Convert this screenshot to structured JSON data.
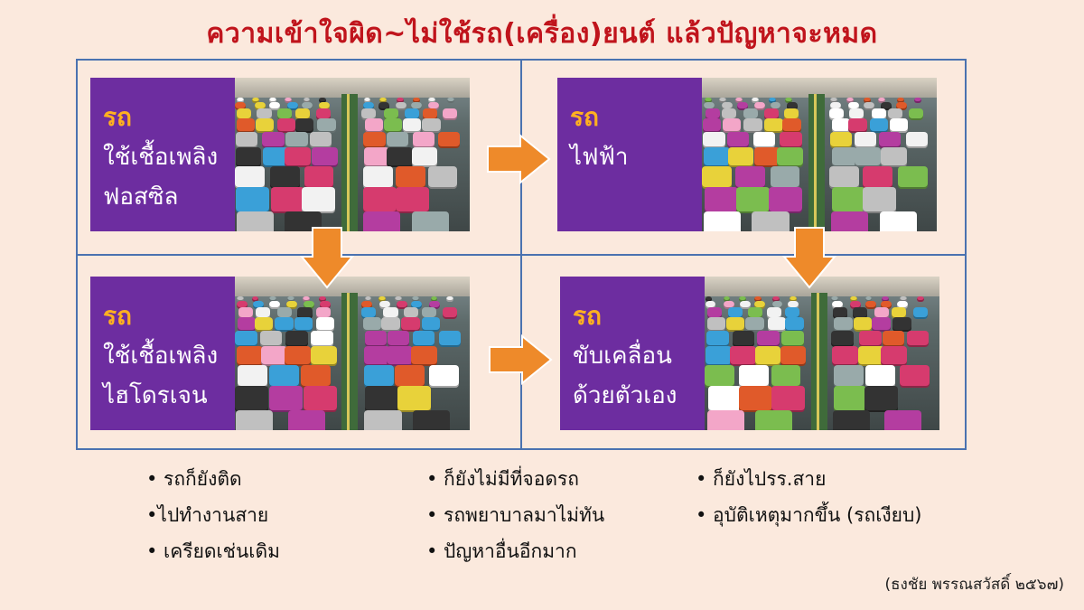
{
  "title": "ความเข้าใจผิด~ไม่ใช้รถ(เครื่อง)ยนต์ แล้วปัญหาจะหมด",
  "panels": [
    {
      "head": "รถ",
      "line1": "ใช้เชื้อเพลิง",
      "line2": "ฟอสซิล"
    },
    {
      "head": "รถ",
      "line1": "ไฟฟ้า",
      "line2": ""
    },
    {
      "head": "รถ",
      "line1": "ใช้เชื้อเพลิง",
      "line2": "ไฮโดรเจน"
    },
    {
      "head": "รถ",
      "line1": "ขับเคลื่อน",
      "line2": "ด้วยตัวเอง"
    }
  ],
  "bullets": {
    "col1": [
      "• รถก็ยังติด",
      "•ไปทำงานสาย",
      "• เครียดเช่นเดิม"
    ],
    "col2": [
      "• ก็ยังไม่มีที่จอดรถ",
      "• รถพยาบาลมาไม่ทัน",
      "• ปัญหาอื่นอีกมาก"
    ],
    "col3": [
      "• ก็ยังไปรร.สาย",
      "• อุบัติเหตุมากขึ้น (รถเงียบ)"
    ]
  },
  "credit": "(ธงชัย พรรณสวัสดิ์ ๒๕๖๗)",
  "colors": {
    "title": "#c0141c",
    "label_bg": "#6d2da0",
    "label_head": "#ffb020",
    "arrow": "#ee8a2a",
    "grid": "#4a72b0"
  }
}
